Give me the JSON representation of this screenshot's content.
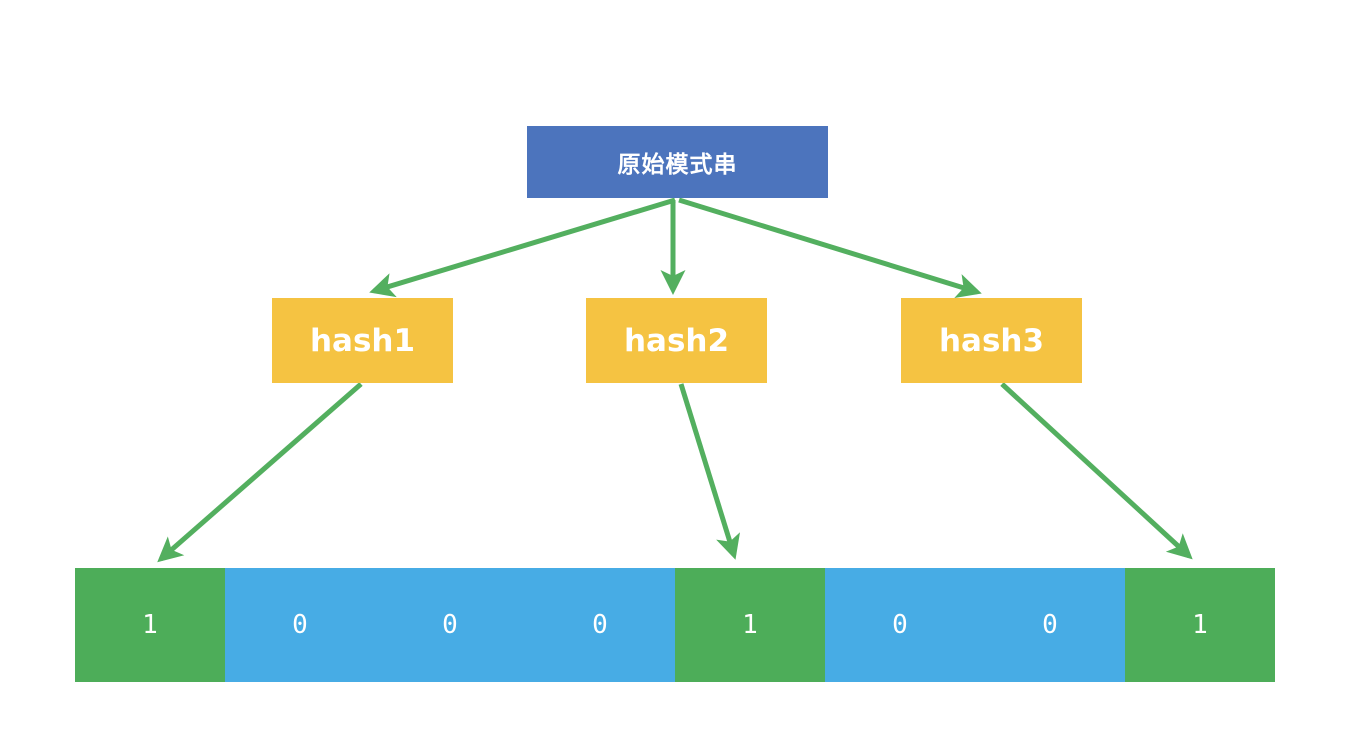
{
  "diagram": {
    "root_node": {
      "label": "原始模式串"
    },
    "hash_nodes": [
      {
        "label": "hash1"
      },
      {
        "label": "hash2"
      },
      {
        "label": "hash3"
      }
    ],
    "bit_array": {
      "cells": [
        {
          "value": "1",
          "state": "on"
        },
        {
          "value": "0",
          "state": "off"
        },
        {
          "value": "0",
          "state": "off"
        },
        {
          "value": "0",
          "state": "off"
        },
        {
          "value": "1",
          "state": "on"
        },
        {
          "value": "0",
          "state": "off"
        },
        {
          "value": "0",
          "state": "off"
        },
        {
          "value": "1",
          "state": "on"
        }
      ]
    },
    "colors": {
      "root_box": "#4C74BD",
      "hash_box": "#F5C342",
      "cell_on": "#4DAD59",
      "cell_off": "#47ACE5",
      "arrow": "#53AF5F",
      "text": "#FFFFFF"
    }
  }
}
